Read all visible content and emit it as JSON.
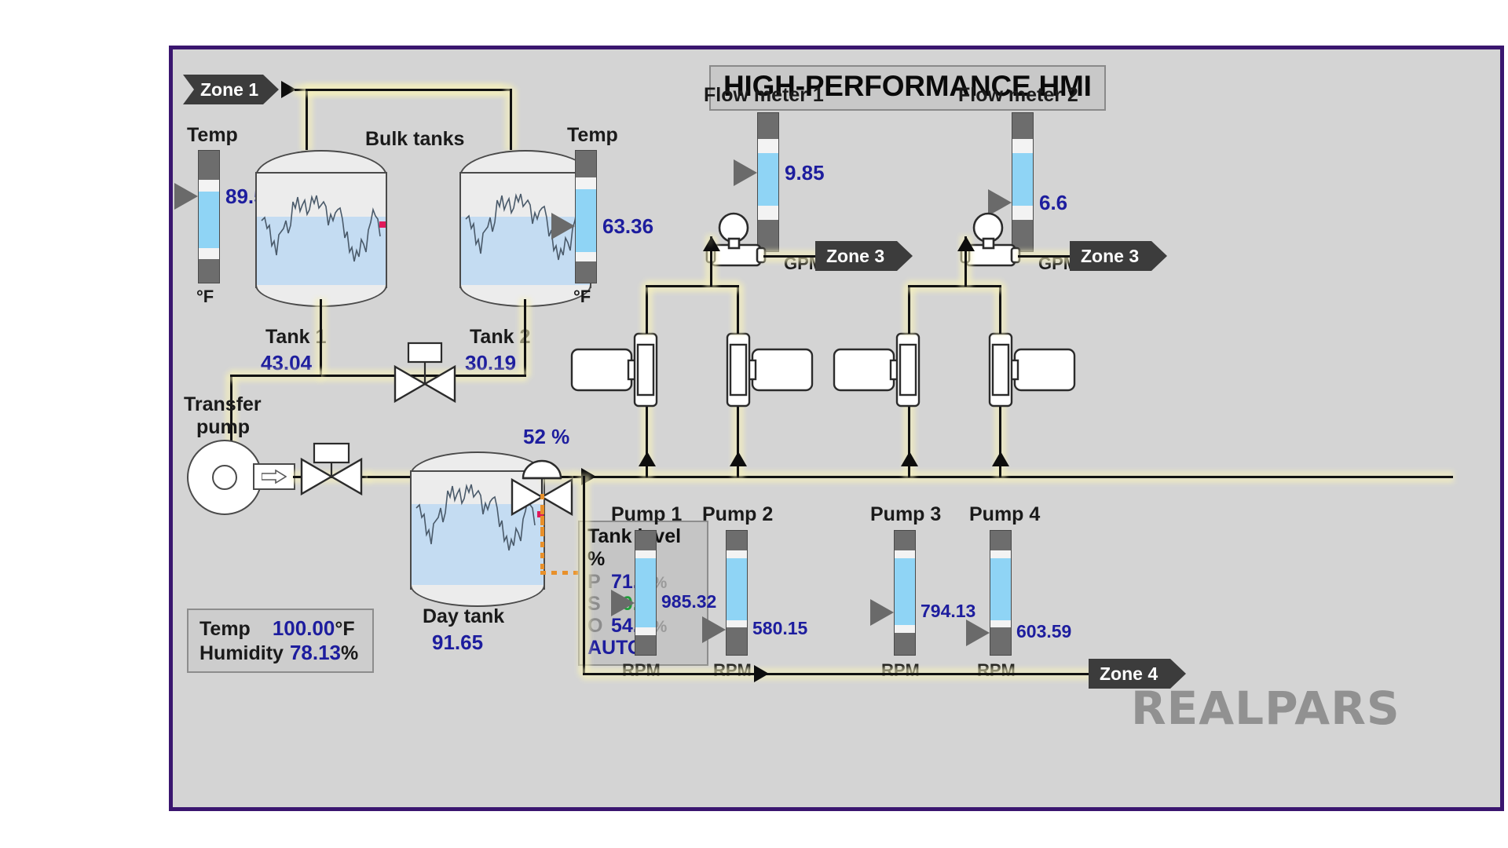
{
  "title": "HIGH-PERFORMANCE HMI",
  "watermark": "REALPARS",
  "zones": {
    "inlet": "Zone 1",
    "outlet_a": "Zone 3",
    "outlet_b": "Zone 3",
    "outlet_c": "Zone 4"
  },
  "labels": {
    "bulk_tanks": "Bulk tanks",
    "transfer_pump_l1": "Transfer",
    "transfer_pump_l2": "pump",
    "temp": "Temp",
    "deg_f": "°F",
    "gpm": "GPM",
    "rpm": "RPM"
  },
  "temp_gauges": [
    {
      "name": "Temp",
      "value": "89.5",
      "unit": "°F",
      "fill_pct": 55,
      "pointer_pct": 56
    },
    {
      "name": "Temp",
      "value": "63.36",
      "unit": "°F",
      "fill_pct": 70,
      "pointer_pct": 38
    }
  ],
  "flow_meters": [
    {
      "name": "Flow meter 1",
      "value": "9.85",
      "unit": "GPM",
      "fill_pct": 40,
      "pointer_pct": 50
    },
    {
      "name": "Flow meter 2",
      "value": "6.6",
      "unit": "GPM",
      "fill_pct": 40,
      "pointer_pct": 38
    }
  ],
  "bulk_tanks": [
    {
      "name": "Tank 1",
      "value": "43.04",
      "level_pct": 62
    },
    {
      "name": "Tank 2",
      "value": "30.19",
      "level_pct": 62
    }
  ],
  "day_tank": {
    "name": "Day tank",
    "value": "91.65",
    "level_pct": 72
  },
  "control_valve": {
    "value": "52 %"
  },
  "ambient": {
    "temp_label": "Temp",
    "temp_value": "100.00",
    "temp_unit": "°F",
    "humidity_label": "Humidity",
    "humidity_value": "78.13",
    "humidity_unit": "%"
  },
  "tank_level_faceplate": {
    "title": "Tank level %",
    "rows": [
      {
        "key": "P",
        "value": "71.0",
        "unit": "%",
        "color": "blue"
      },
      {
        "key": "S",
        "value": "70.0",
        "unit": "",
        "color": "green"
      },
      {
        "key": "O",
        "value": "54.3",
        "unit": "%",
        "color": "blue"
      }
    ],
    "mode": "AUTO"
  },
  "pumps": [
    {
      "name": "Pump 1",
      "value": "985.32",
      "unit": "RPM",
      "fill_pct": 72,
      "pointer_pct": 58
    },
    {
      "name": "Pump 2",
      "value": "580.15",
      "unit": "RPM",
      "fill_pct": 60,
      "pointer_pct": 22
    },
    {
      "name": "Pump 3",
      "value": "794.13",
      "unit": "RPM",
      "fill_pct": 66,
      "pointer_pct": 42
    },
    {
      "name": "Pump 4",
      "value": "603.59",
      "unit": "RPM",
      "fill_pct": 62,
      "pointer_pct": 24
    }
  ],
  "colors": {
    "panel_border": "#3a166f",
    "panel_bg": "#d4d4d4",
    "value_blue": "#1d1d9e",
    "setpoint_green": "#1f9e3a",
    "gauge_fill": "#8fd4f5",
    "pipe_glow": "#f5f0bc",
    "zone_tag": "#3c3c3c",
    "alarm_dot": "#e0195a",
    "signal_orange": "#e8902a"
  }
}
